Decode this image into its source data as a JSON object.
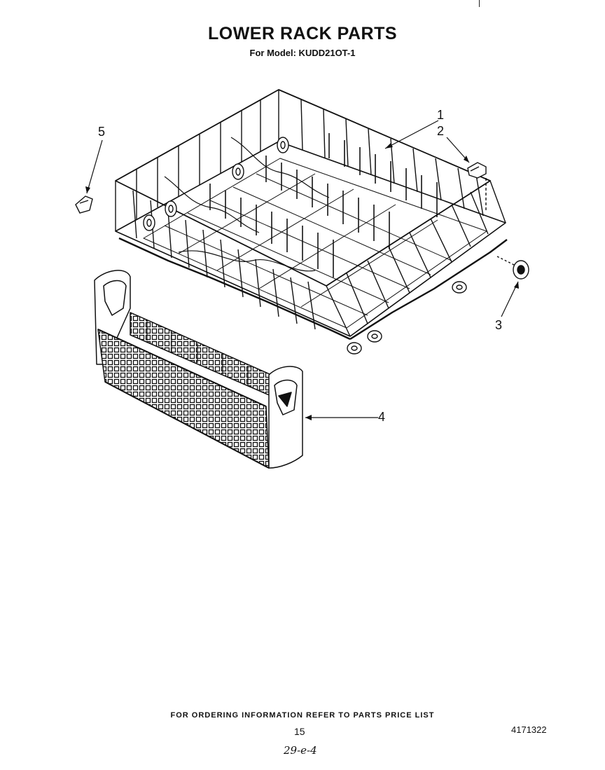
{
  "header": {
    "title": "LOWER RACK PARTS",
    "subtitle": "For Model: KUDD21OT-1"
  },
  "callouts": [
    {
      "id": "1",
      "label": "1"
    },
    {
      "id": "2",
      "label": "2"
    },
    {
      "id": "3",
      "label": "3"
    },
    {
      "id": "4",
      "label": "4"
    },
    {
      "id": "5",
      "label": "5"
    }
  ],
  "footer": {
    "ordering_note": "FOR ORDERING INFORMATION REFER TO PARTS PRICE LIST",
    "page_number": "15",
    "document_number": "4171322",
    "handwritten": "29-e-4"
  },
  "colors": {
    "ink": "#111111",
    "paper": "#ffffff"
  }
}
